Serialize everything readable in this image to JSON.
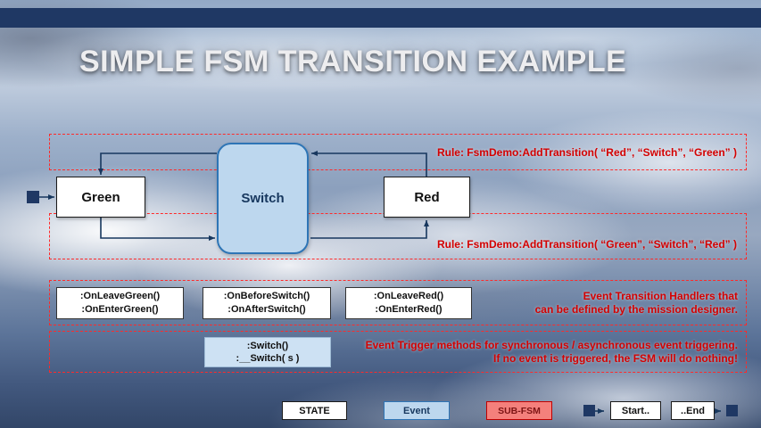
{
  "title": "SIMPLE FSM TRANSITION EXAMPLE",
  "colors": {
    "header_bar": "#1F3864",
    "state_fill": "#FFFFFF",
    "event_fill": "#BDD7EE",
    "event_border": "#2E75B6",
    "rule_text": "#D40000",
    "dashed_border": "#FF2A2A",
    "subfsm_fill": "#F4807C",
    "subfsm_border": "#C00000",
    "arrow": "#17375E"
  },
  "diagram": {
    "states": [
      {
        "label": "Green"
      },
      {
        "label": "Red"
      }
    ],
    "event": {
      "label": "Switch"
    },
    "rules": [
      {
        "text": "Rule: FsmDemo:AddTransition( “Red”, “Switch”, “Green” )"
      },
      {
        "text": "Rule: FsmDemo:AddTransition( “Green”, “Switch”, “Red” )"
      }
    ],
    "transitions": [
      {
        "from": "Red",
        "event": "Switch",
        "to": "Green"
      },
      {
        "from": "Green",
        "event": "Switch",
        "to": "Red"
      }
    ],
    "handlers": {
      "boxes": [
        {
          "lines": [
            ":OnLeaveGreen()",
            ":OnEnterGreen()"
          ]
        },
        {
          "lines": [
            ":OnBeforeSwitch()",
            ":OnAfterSwitch()"
          ]
        },
        {
          "lines": [
            ":OnLeaveRed()",
            ":OnEnterRed()"
          ]
        }
      ],
      "note_line1": "Event Transition Handlers that",
      "note_line2": "can be defined by the mission designer."
    },
    "triggers": {
      "box_lines": [
        ":Switch()",
        ":__Switch( s )"
      ],
      "note_line1": "Event Trigger methods for synchronous / asynchronous  event triggering.",
      "note_line2": "If no event is triggered, the  FSM will do nothing!"
    }
  },
  "legend": {
    "state_label": "STATE",
    "event_label": "Event",
    "subfsm_label": "SUB-FSM",
    "start_label": "Start..",
    "end_label": "..End"
  }
}
